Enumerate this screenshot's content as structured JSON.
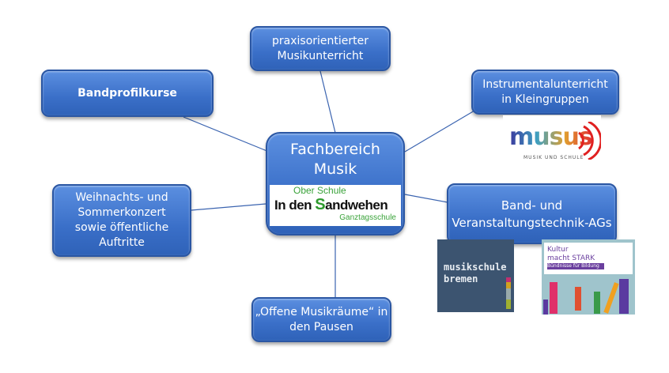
{
  "center": {
    "title_line1": "Fachbereich",
    "title_line2": "Musik",
    "logo": {
      "line1": "Ober Schule",
      "line2_a": "In den ",
      "line2_s": "S",
      "line2_b": "andwehen",
      "line3": "Ganztagsschule"
    }
  },
  "nodes": {
    "top": {
      "line1": "praxisorientierter",
      "line2": "Musikunterricht"
    },
    "band_profile": {
      "line1": "Bandprofilkurse"
    },
    "instrumental": {
      "line1": "Instrumentalunterricht",
      "line2": "in Kleingruppen"
    },
    "concerts": {
      "line1": "Weihnachts- und",
      "line2": "Sommerkonzert",
      "line3": "sowie öffentliche",
      "line4": "Auftritte"
    },
    "band_tech": {
      "line1": "Band- und",
      "line2": "Veranstaltungstechnik-AGs"
    },
    "open_rooms": {
      "line1": "„Offene Musikräume“ in",
      "line2": "den Pausen"
    }
  },
  "logos": {
    "musus": {
      "text": "musus",
      "subtitle": "MUSIK UND SCHULE"
    },
    "musikschule": {
      "line1": "musikschule",
      "line2": "bremen"
    },
    "kultur": {
      "line1": "Kultur",
      "line2": "macht STARK",
      "sub": "Bündnisse für Bildung"
    }
  },
  "colors": {
    "box": "#3a6fc8",
    "line": "#3b64b0"
  }
}
